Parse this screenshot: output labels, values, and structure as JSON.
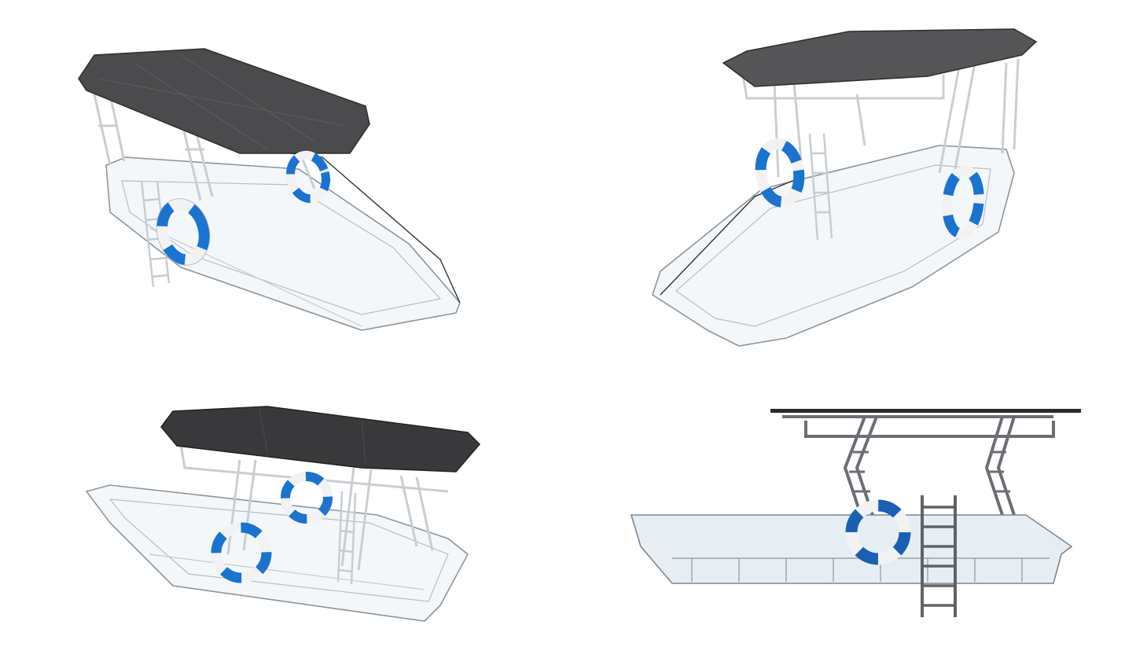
{
  "scene": {
    "background": "#ffffff",
    "canopy_color": "#4a4a4a",
    "canopy_edge": "#2f2f2f",
    "frame_color": "#cfd4d8",
    "frame_dark": "#6b6f74",
    "hull_stroke": "#9aa3aa",
    "hull_fill": "#eef3f7",
    "buoy_blue": "#1a73d1",
    "buoy_white": "#f4f4f4"
  },
  "views": [
    {
      "id": "top-left",
      "description_name": "boat-perspective-front-left"
    },
    {
      "id": "top-right",
      "description_name": "boat-perspective-front-right"
    },
    {
      "id": "bottom-left",
      "description_name": "boat-perspective-side-left"
    },
    {
      "id": "bottom-right",
      "description_name": "boat-side-elevation"
    }
  ]
}
